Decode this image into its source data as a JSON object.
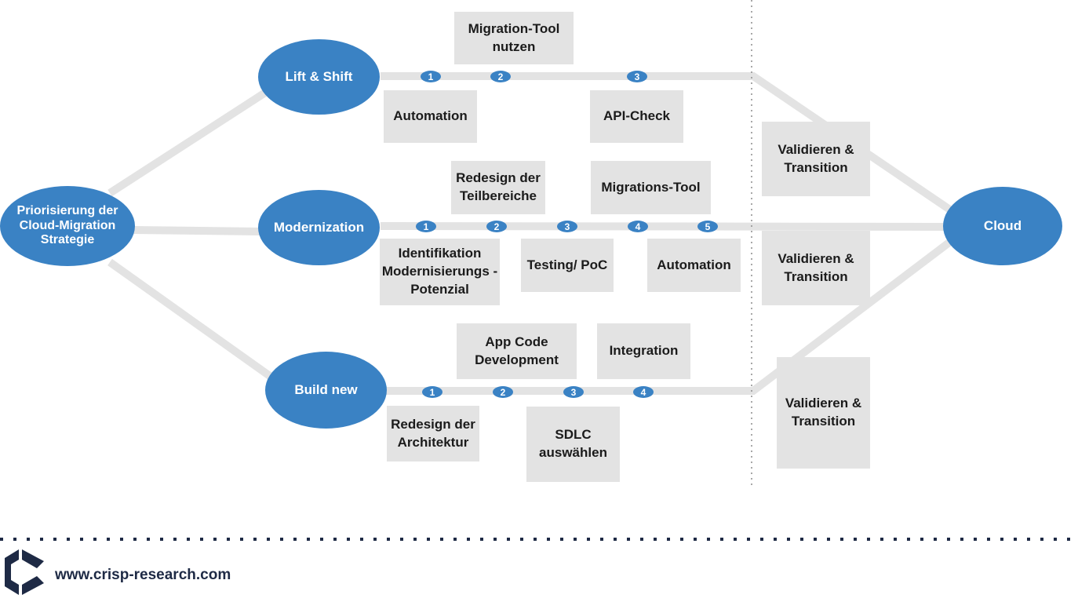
{
  "source": {
    "label": "Priorisierung der Cloud-Migration Strategie"
  },
  "target": {
    "label": "Cloud"
  },
  "tracks": {
    "lift_shift": {
      "label": "Lift & Shift",
      "steps": [
        "1",
        "2",
        "3"
      ],
      "tasks": [
        "Automation",
        "Migration-Tool nutzen",
        "API-Check"
      ],
      "validate": "Validieren & Transition"
    },
    "modernization": {
      "label": "Modernization",
      "steps": [
        "1",
        "2",
        "3",
        "4",
        "5"
      ],
      "tasks": [
        "Identifikation Modernisierungs -Potenzial",
        "Redesign der Teilbereiche",
        "Testing/ PoC",
        "Migrations-Tool",
        "Automation"
      ],
      "validate": "Validieren & Transition"
    },
    "build_new": {
      "label": "Build new",
      "steps": [
        "1",
        "2",
        "3",
        "4"
      ],
      "tasks": [
        "Redesign der Architektur",
        "App Code Development",
        "SDLC auswählen",
        "Integration"
      ],
      "validate": "Validieren & Transition"
    }
  },
  "footer": {
    "url": "www.crisp-research.com"
  },
  "colors": {
    "accent": "#3a82c4",
    "track": "#e3e3e3",
    "box": "#e3e3e3",
    "logo": "#1e2a45"
  }
}
